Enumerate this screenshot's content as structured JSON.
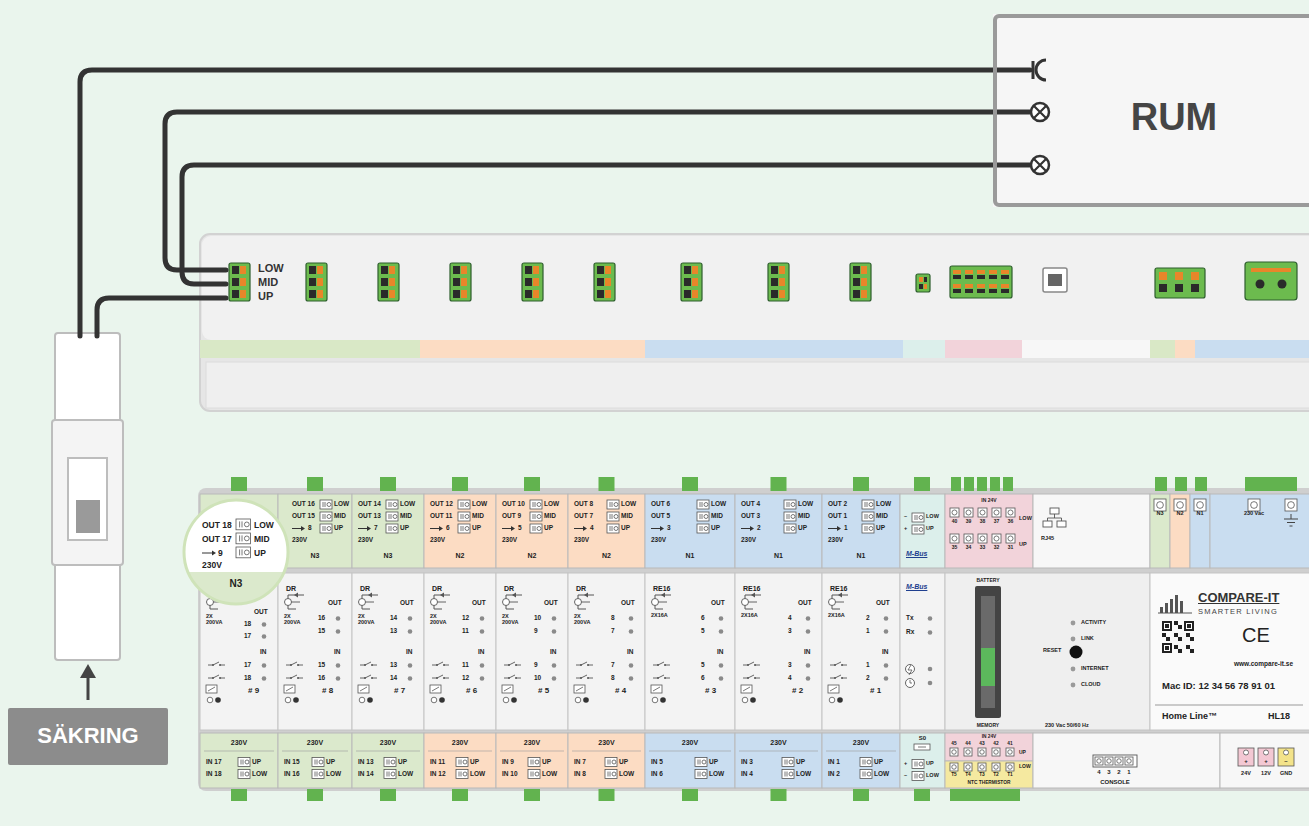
{
  "diagram": {
    "nodes": [
      {
        "text": [
          "RUM"
        ]
      },
      {
        "text": [
          "LOW",
          "MID",
          "UP"
        ]
      },
      {
        "text": [
          "SÄKRING"
        ]
      },
      {
        "text": [
          "OUT 18",
          "LOW",
          "OUT 17",
          "MID",
          "9",
          "UP",
          "230V",
          "N3"
        ]
      },
      {
        "text": [
          "OUT 16",
          "LOW",
          "OUT 15",
          "MID",
          "8",
          "UP",
          "230V",
          "N3"
        ]
      },
      {
        "text": [
          "OUT 14",
          "LOW",
          "OUT 13",
          "MID",
          "7",
          "UP",
          "230V",
          "N3"
        ]
      },
      {
        "text": [
          "OUT 12",
          "LOW",
          "OUT 11",
          "MID",
          "6",
          "UP",
          "230V",
          "N2"
        ]
      },
      {
        "text": [
          "OUT 10",
          "LOW",
          "OUT 9",
          "MID",
          "5",
          "UP",
          "230V",
          "N2"
        ]
      },
      {
        "text": [
          "OUT 8",
          "LOW",
          "OUT 7",
          "MID",
          "4",
          "UP",
          "230V",
          "N2"
        ]
      },
      {
        "text": [
          "OUT 6",
          "LOW",
          "OUT 5",
          "MID",
          "3",
          "UP",
          "230V",
          "N1"
        ]
      },
      {
        "text": [
          "OUT 4",
          "LOW",
          "OUT 3",
          "MID",
          "2",
          "UP",
          "230V",
          "N1"
        ]
      },
      {
        "text": [
          "OUT 2",
          "LOW",
          "OUT 1",
          "MID",
          "1",
          "UP",
          "230V",
          "N1"
        ]
      },
      {
        "text": [
          "–",
          "LOW",
          "+",
          "UP",
          "M-Bus"
        ]
      },
      {
        "text": [
          "IN 24V",
          "40",
          "39",
          "38",
          "37",
          "36",
          "LOW",
          "35",
          "34",
          "33",
          "32",
          "31",
          "UP"
        ]
      },
      {
        "text": [
          "RJ45"
        ]
      },
      {
        "text": [
          "N3",
          "N2",
          "N1"
        ]
      },
      {
        "text": [
          "230 Vac"
        ]
      },
      {
        "text": [
          "OUT",
          "18",
          "17",
          "2X 200VA",
          "IN",
          "17",
          "18",
          "# 9"
        ]
      },
      {
        "text": [
          "DR",
          "OUT",
          "16",
          "15",
          "2X 200VA",
          "IN",
          "15",
          "16",
          "# 8"
        ]
      },
      {
        "text": [
          "DR",
          "OUT",
          "14",
          "13",
          "2X 200VA",
          "IN",
          "13",
          "14",
          "# 7"
        ]
      },
      {
        "text": [
          "DR",
          "OUT",
          "12",
          "11",
          "2X 200VA",
          "IN",
          "11",
          "12",
          "# 6"
        ]
      },
      {
        "text": [
          "DR",
          "OUT",
          "10",
          "9",
          "2X 200VA",
          "IN",
          "9",
          "10",
          "# 5"
        ]
      },
      {
        "text": [
          "DR",
          "OUT",
          "8",
          "7",
          "2X 200VA",
          "IN",
          "7",
          "8",
          "# 4"
        ]
      },
      {
        "text": [
          "RE16",
          "OUT",
          "6",
          "5",
          "2X16A",
          "IN",
          "5",
          "6",
          "# 3"
        ]
      },
      {
        "text": [
          "RE16",
          "OUT",
          "4",
          "3",
          "2X16A",
          "IN",
          "3",
          "4",
          "# 2"
        ]
      },
      {
        "text": [
          "RE16",
          "OUT",
          "2",
          "1",
          "2X16A",
          "IN",
          "1",
          "2",
          "# 1"
        ]
      },
      {
        "text": [
          "M-Bus",
          "Tx",
          "Rx"
        ]
      },
      {
        "text": [
          "BATTERY",
          "MEMORY",
          "ACTIVITY",
          "LINK",
          "RESET",
          "INTERNET",
          "CLOUD",
          "230 Vac 50/60 Hz"
        ]
      },
      {
        "text": [
          "COMPARE-IT",
          "SMARTER LIVING",
          "CE",
          "www.compare-it.se",
          "Mac ID: 12 34 56 78 91 01",
          "Home Line™",
          "HL18"
        ]
      },
      {
        "text": [
          "230V",
          "IN 17",
          "UP",
          "IN 18",
          "LOW"
        ]
      },
      {
        "text": [
          "230V",
          "IN 15",
          "UP",
          "IN 16",
          "LOW"
        ]
      },
      {
        "text": [
          "230V",
          "IN 13",
          "UP",
          "IN 14",
          "LOW"
        ]
      },
      {
        "text": [
          "230V",
          "IN 11",
          "UP",
          "IN 12",
          "LOW"
        ]
      },
      {
        "text": [
          "230V",
          "IN 9",
          "UP",
          "IN 10",
          "LOW"
        ]
      },
      {
        "text": [
          "230V",
          "IN 7",
          "UP",
          "IN 8",
          "LOW"
        ]
      },
      {
        "text": [
          "230V",
          "IN 5",
          "UP",
          "IN 6",
          "LOW"
        ]
      },
      {
        "text": [
          "230V",
          "IN 3",
          "UP",
          "IN 4",
          "LOW"
        ]
      },
      {
        "text": [
          "230V",
          "IN 1",
          "UP",
          "IN 2",
          "LOW"
        ]
      },
      {
        "text": [
          "S0",
          "+",
          "UP",
          "–",
          "LOW"
        ]
      },
      {
        "text": [
          "IN 24V",
          "45",
          "44",
          "43",
          "42",
          "41",
          "UP",
          "T5",
          "T4",
          "T3",
          "T2",
          "T1",
          "LOW",
          "NTC THERMISTOR"
        ]
      },
      {
        "text": [
          "4",
          "3",
          "2",
          "1",
          "CONSOLE"
        ]
      },
      {
        "text": [
          "+",
          "+",
          "–",
          "24V",
          "12V",
          "GND"
        ]
      }
    ],
    "edges": [
      {
        "from": 1,
        "to": 0,
        "arrow": "none"
      },
      {
        "from": 1,
        "to": 0,
        "arrow": "none"
      }
    ]
  }
}
